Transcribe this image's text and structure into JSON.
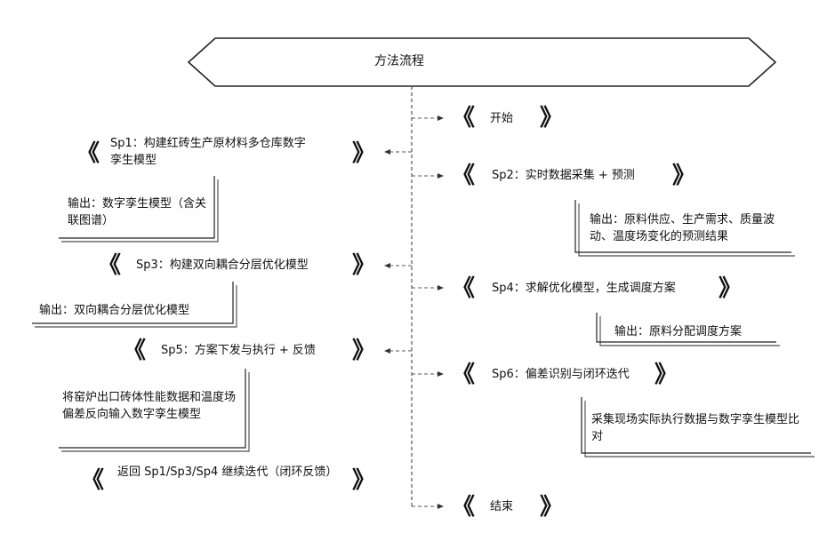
{
  "header": {
    "title": "方法流程"
  },
  "left": [
    {
      "title": "Sp1：构建红砖生产原材料多仓库数字孪生模型",
      "output": "输出：数字孪生模型（含关联图谱）"
    },
    {
      "title": "Sp3：构建双向耦合分层优化模型",
      "output": "输出：双向耦合分层优化模型"
    },
    {
      "title": "Sp5：方案下发与执行 + 反馈",
      "output": "将窑炉出口砖体性能数据和温度场偏差反向输入数字孪生模型"
    },
    {
      "title": "返回 Sp1/Sp3/Sp4 继续迭代（闭环反馈）"
    }
  ],
  "right": [
    {
      "title": "开始"
    },
    {
      "title": "Sp2：实时数据采集 + 预测",
      "output": "输出：原料供应、生产需求、质量波动、温度场变化的预测结果"
    },
    {
      "title": "Sp4：求解优化模型，生成调度方案",
      "output": "输出：原料分配调度方案"
    },
    {
      "title": "Sp6：偏差识别与闭环迭代",
      "output": "采集现场实际执行数据与数字孪生模型比对"
    },
    {
      "title": "结束"
    }
  ],
  "glyphs": {
    "open": "《",
    "close": "》"
  }
}
